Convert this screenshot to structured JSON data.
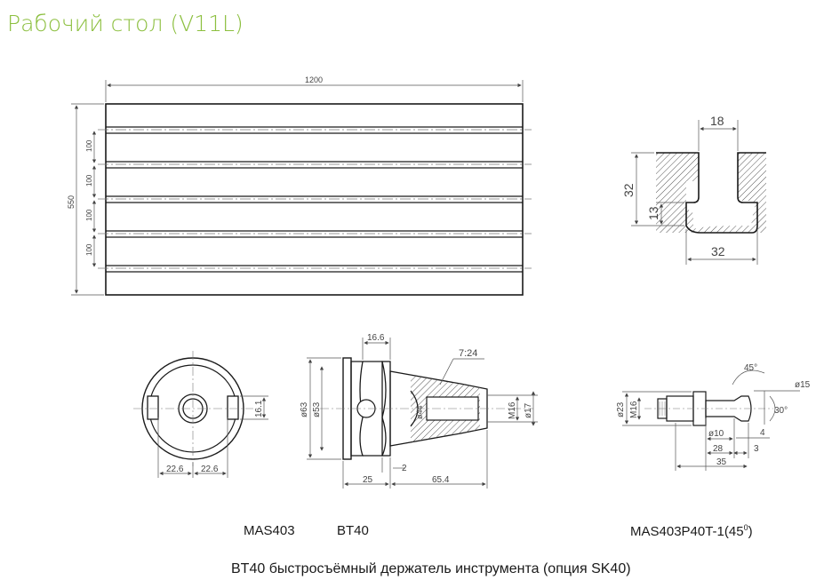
{
  "title": "Рабочий стол (V11L)",
  "table": {
    "width": "1200",
    "height": "550",
    "spacings": [
      "100",
      "100",
      "100",
      "100"
    ]
  },
  "tslot": {
    "top": "18",
    "depth": "32",
    "lower": "13",
    "width": "32"
  },
  "holder_front": {
    "d1": "22.6",
    "d2": "22.6",
    "h": "16.1"
  },
  "holder_side": {
    "flange": "16.6",
    "taper": "7:24",
    "d63": "ø63",
    "d53": "ø53",
    "m16": "M16",
    "d17": "ø17",
    "gap": "2",
    "len25": "25",
    "len65": "65.4",
    "d44": "ø44"
  },
  "pull_stud": {
    "angle45": "45°",
    "d15": "ø15",
    "d23": "ø23",
    "m16": "M16",
    "d10": "ø10",
    "angle30": "30°",
    "len4": "4",
    "len28": "28",
    "len3": "3",
    "len35": "35"
  },
  "captions": {
    "mas403": "MAS403",
    "bt40": "BT40",
    "p40": "MAS403P40T-1(45",
    "p40_sup": "0",
    "p40_end": ")",
    "bottom": "BT40 быстросъёмный держатель инструмента (опция SK40)"
  },
  "colors": {
    "title": "#8cbf3f",
    "line": "#1a1a1a",
    "hatch": "#555555"
  }
}
